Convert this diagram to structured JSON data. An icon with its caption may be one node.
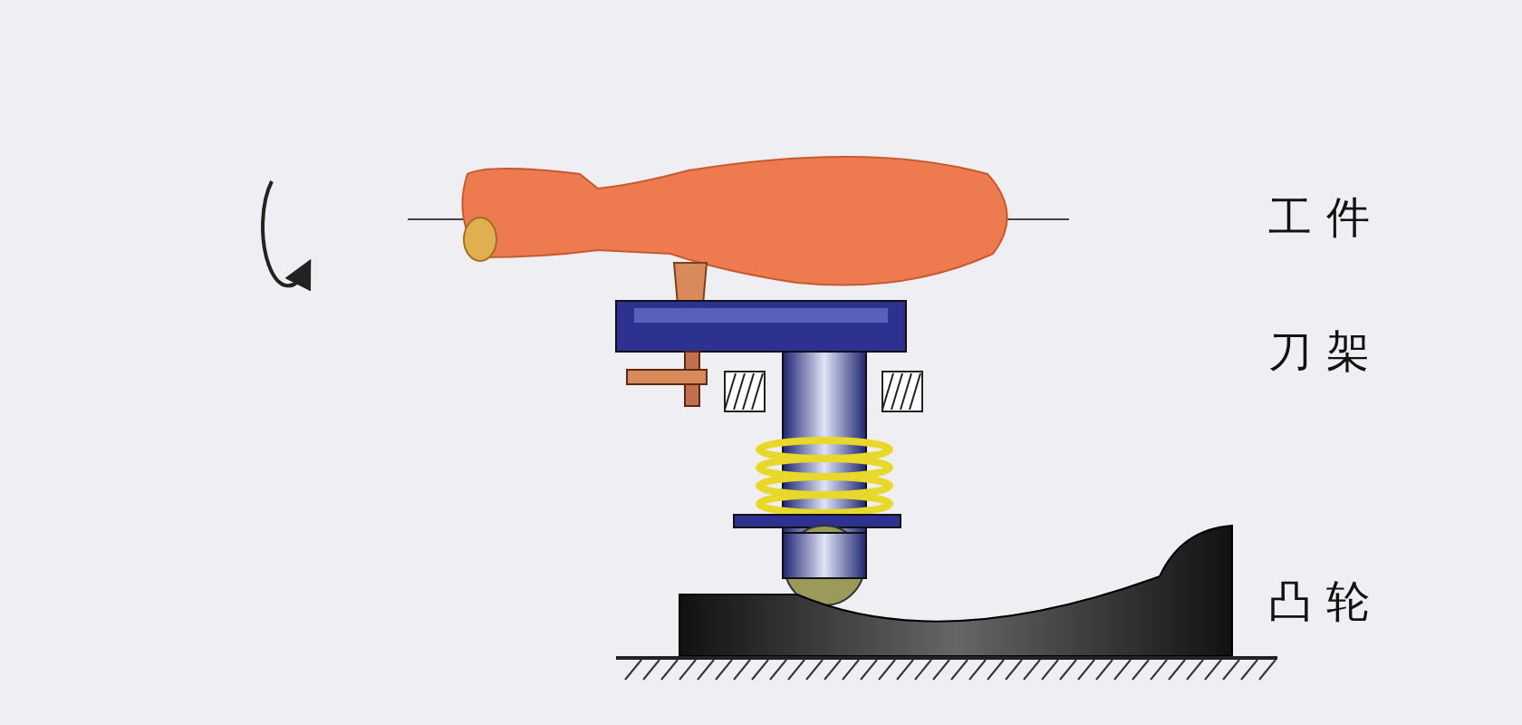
{
  "diagram": {
    "labels": [
      "工件",
      "刀架",
      "凸轮"
    ]
  }
}
